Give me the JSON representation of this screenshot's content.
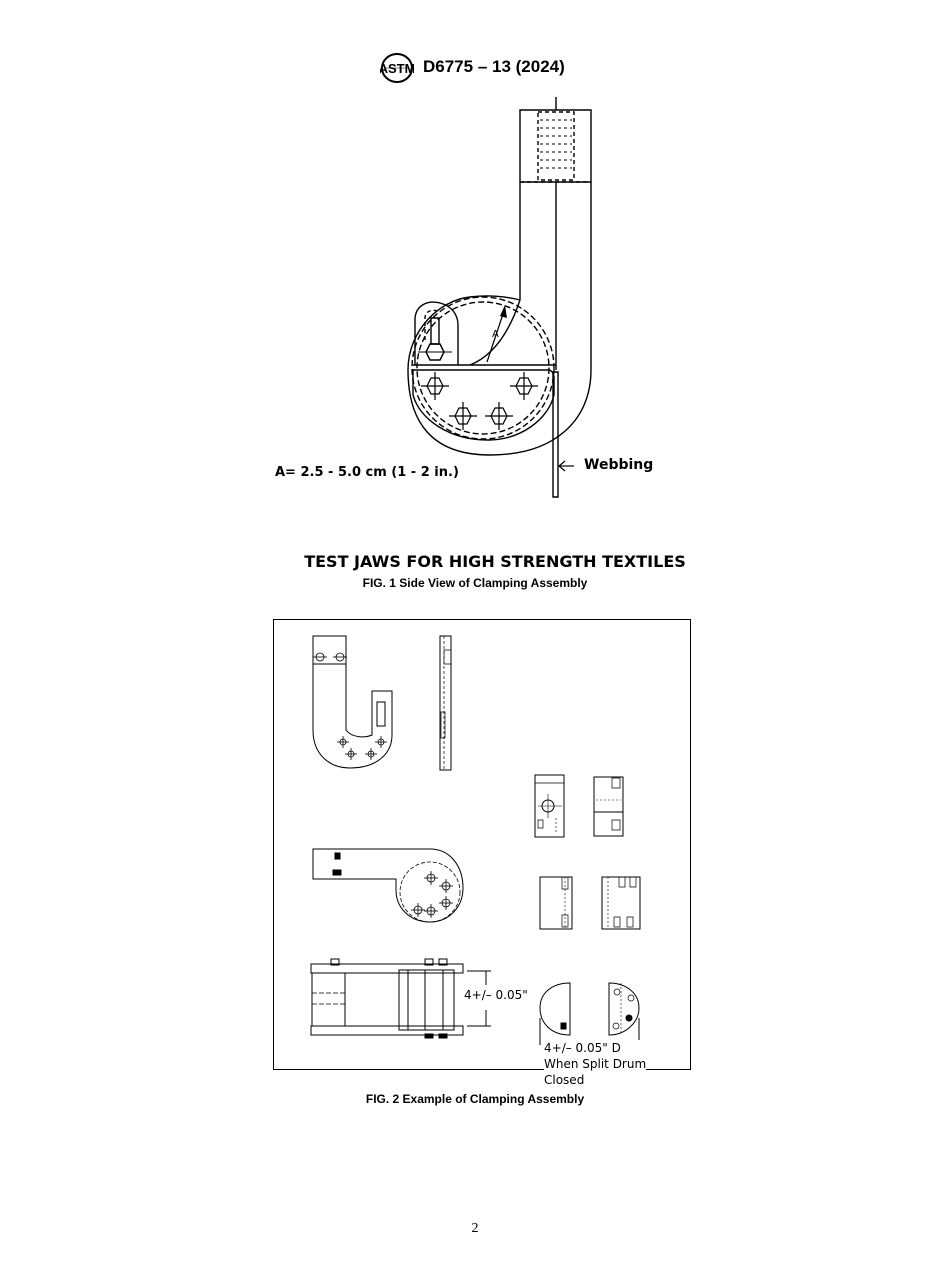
{
  "header": {
    "logo_icon": "astm-logo-icon",
    "designation": "D6775 – 13 (2024)"
  },
  "figure1": {
    "arrow_label": "A",
    "dimension_note": "A= 2.5 - 5.0 cm (1 - 2 in.)",
    "webbing_label": "Webbing",
    "heading": "TEST JAWS FOR HIGH STRENGTH TEXTILES",
    "caption": "FIG. 1 Side View of Clamping Assembly"
  },
  "figure2": {
    "height_dimension": "4+/– 0.05\"",
    "diameter_note": {
      "line1": "4+/– 0.05\" D",
      "line2": "When Split Drum",
      "line3": "Closed"
    },
    "caption": "FIG. 2 Example of Clamping Assembly"
  },
  "page_number": "2"
}
